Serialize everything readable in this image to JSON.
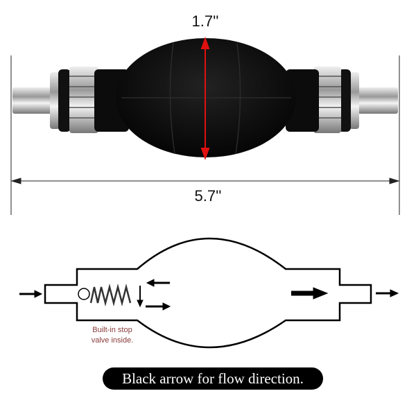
{
  "photo": {
    "height_label": "1.7''",
    "length_label": "5.7''",
    "colors": {
      "bulb": "#0b0b0b",
      "dimension_arrow": "#e01010",
      "metal": "#c8c8c8"
    }
  },
  "diagram": {
    "valve_note_line1": "Built-in stop",
    "valve_note_line2": "valve inside."
  },
  "caption": "Black arrow for flow direction."
}
